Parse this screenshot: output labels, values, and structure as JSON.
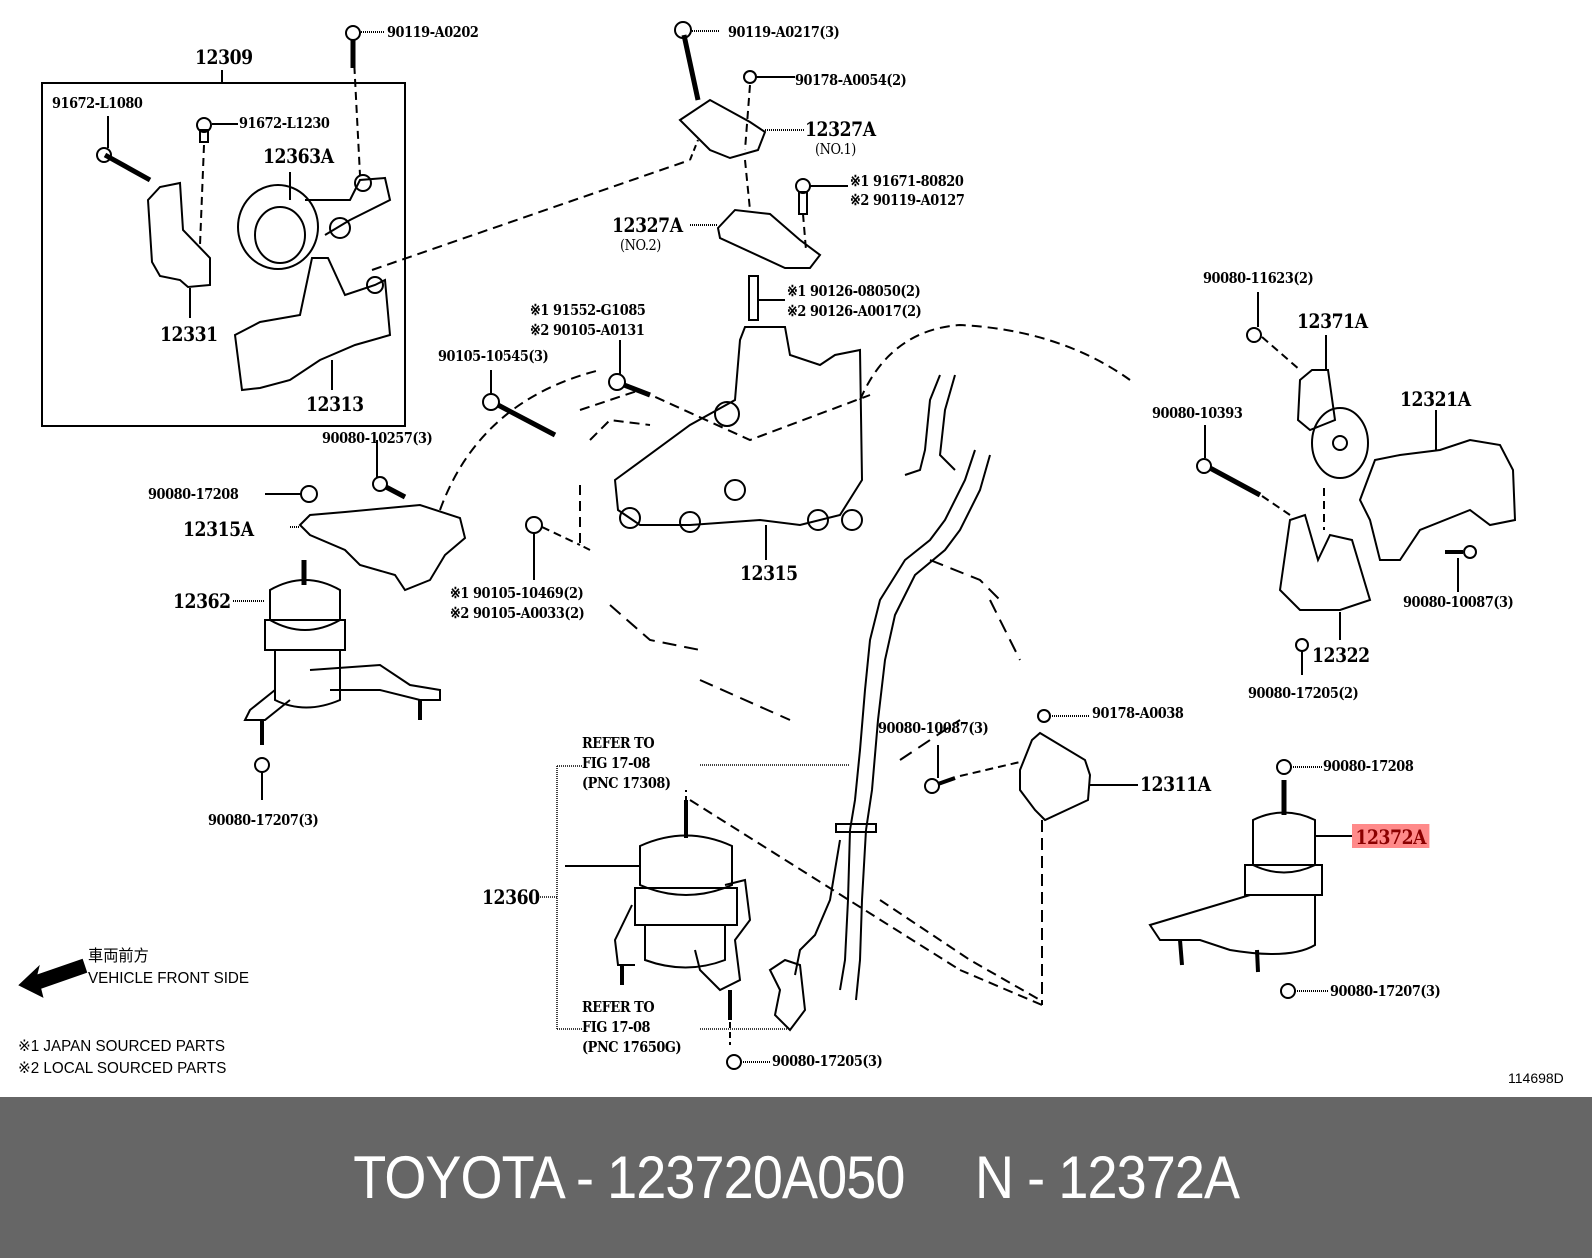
{
  "diagram": {
    "labels": {
      "p12309": "12309",
      "p91672L1080": "91672-L1080",
      "p91672L1230": "91672-L1230",
      "p12363A": "12363A",
      "p12331": "12331",
      "p12313": "12313",
      "p90119A0202": "90119-A0202",
      "p90119A0217": "90119-A0217(3)",
      "p90178A0054": "90178-A0054(2)",
      "p12327A_no1": "12327A",
      "p12327A_no1_sub": "(NO.1)",
      "p91671_80820": "※1 91671-80820",
      "p90119A0127": "※2 90119-A0127",
      "p12327A_no2": "12327A",
      "p12327A_no2_sub": "(NO.2)",
      "p90126_08050": "※1 90126-08050(2)",
      "p90126_A0017": "※2 90126-A0017(2)",
      "p91552G1085": "※1 91552-G1085",
      "p90105A0131": "※2 90105-A0131",
      "p90105_10545": "90105-10545(3)",
      "p90080_10257": "90080-10257(3)",
      "p90080_17208_left": "90080-17208",
      "p12315A": "12315A",
      "p90105_10469": "※1 90105-10469(2)",
      "p90105_A0033": "※2 90105-A0033(2)",
      "p12315": "12315",
      "p12362": "12362",
      "p90080_17207_left": "90080-17207(3)",
      "p90080_11623": "90080-11623(2)",
      "p12371A": "12371A",
      "p90080_10393": "90080-10393",
      "p12321A": "12321A",
      "p90080_10087_right": "90080-10087(3)",
      "p12322": "12322",
      "p90080_17205_2": "90080-17205(2)",
      "p90080_10087_mid": "90080-10087(3)",
      "p90178A0038": "90178-A0038",
      "p12311A": "12311A",
      "p90080_17208_right": "90080-17208",
      "p12372A": "12372A",
      "p90080_17207_right": "90080-17207(3)",
      "refer_top": "REFER TO\nFIG 17-08\n(PNC 17308)",
      "refer_bottom": "REFER TO\nFIG 17-08\n(PNC 17650G)",
      "p12360": "12360",
      "p90080_17205_3": "90080-17205(3)",
      "front_jp": "車両前方",
      "front_en": "VEHICLE FRONT SIDE",
      "note1": "※1 JAPAN SOURCED PARTS",
      "note2": "※2 LOCAL SOURCED PARTS",
      "figure_id": "114698D"
    },
    "highlight_color": "#ff8a8a"
  },
  "footer": {
    "text": "TOYOTA - 123720A050     N - 12372A",
    "background": "#666666"
  }
}
